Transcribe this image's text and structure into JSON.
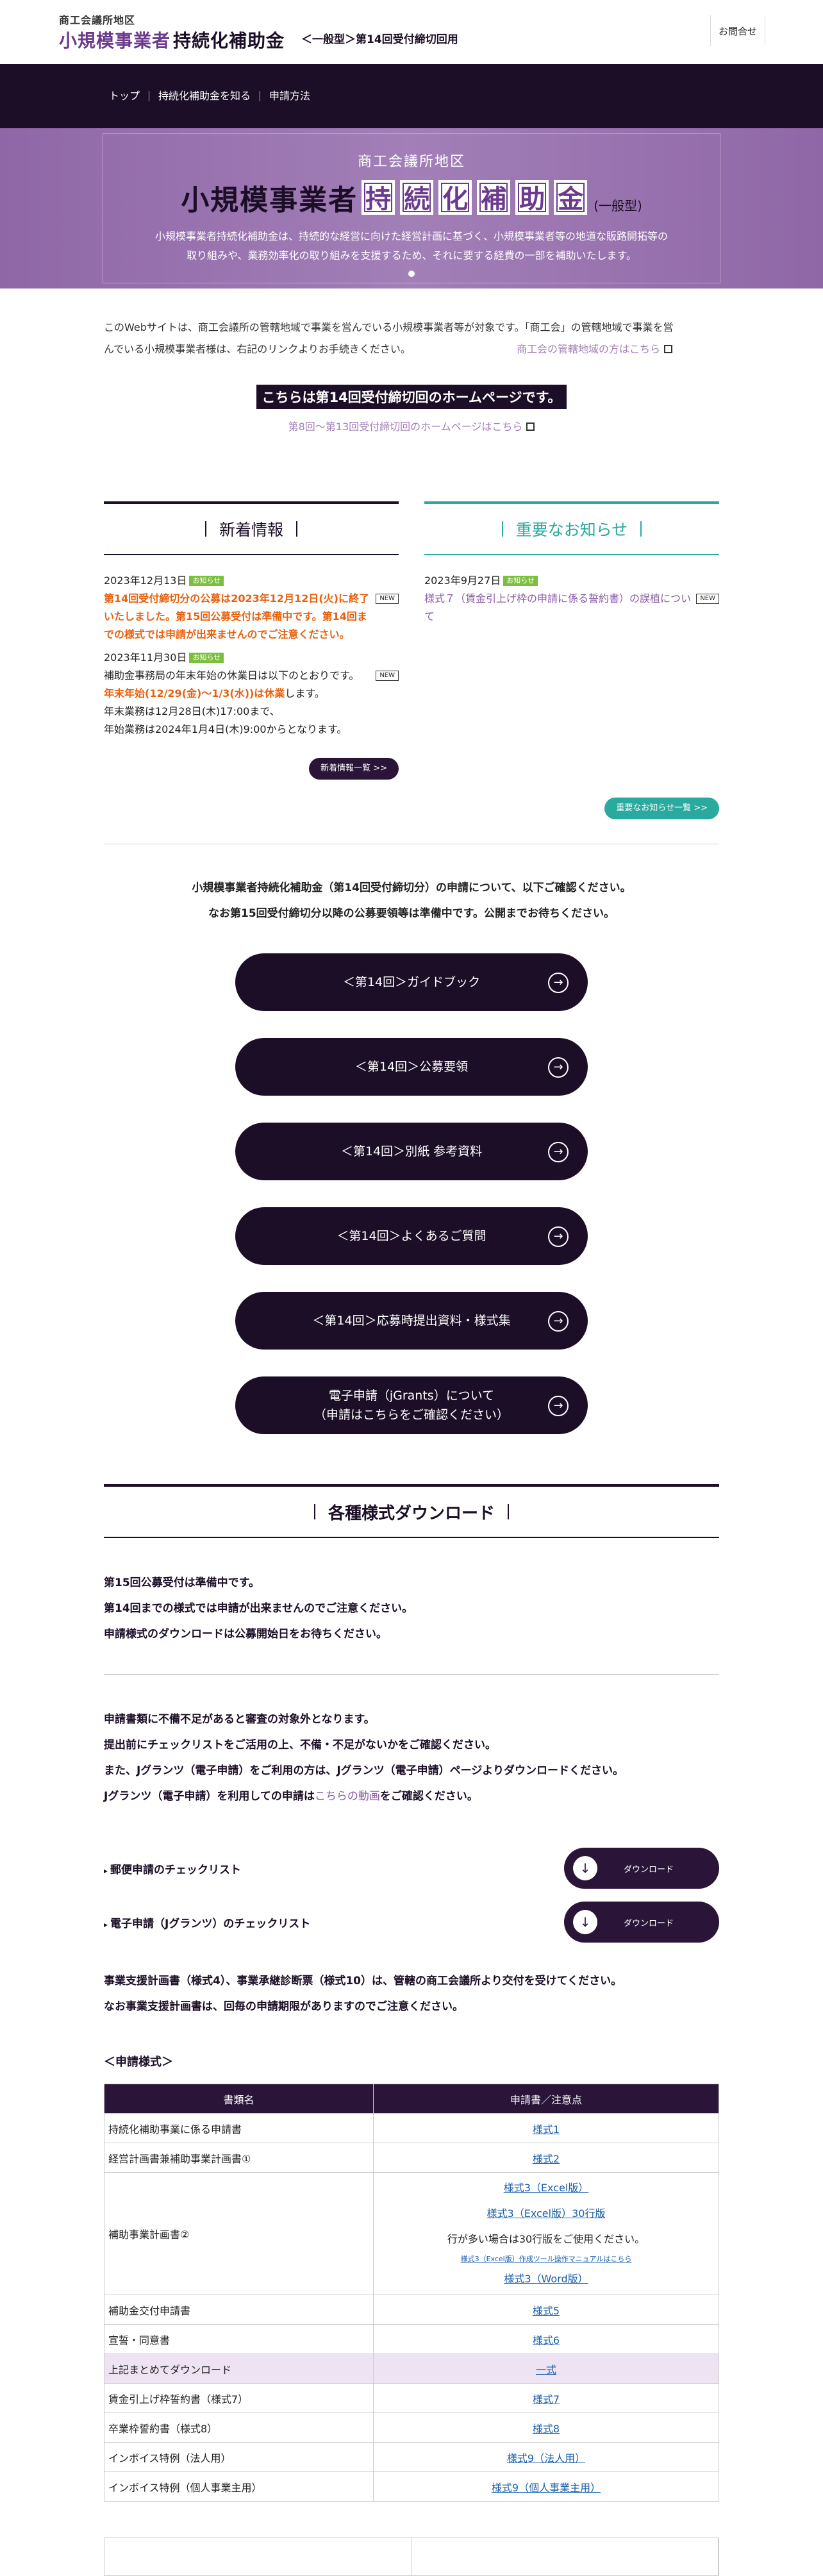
{
  "header": {
    "org": "商工会議所地区",
    "logo_purple": "小規模事業者",
    "logo_dark": "持続化補助金",
    "sub": "＜一般型＞第14回受付締切回用",
    "contact": "お問合せ"
  },
  "nav": [
    "トップ",
    "持続化補助金を知る",
    "申請方法"
  ],
  "hero": {
    "org": "商工会議所地区",
    "title_plain": "小規模事業者",
    "title_boxes": [
      "持",
      "続",
      "化",
      "補",
      "助",
      "金"
    ],
    "title_suffix": "(一般型)",
    "desc1": "小規模事業者持続化補助金は、持続的な経営に向けた経営計画に基づく、小規模事業者等の地道な販路開拓等の",
    "desc2": "取り組みや、業務効率化の取り組みを支援するため、それに要する経費の一部を補助いたします。"
  },
  "intro": {
    "line1": "このWebサイトは、商工会議所の管轄地域で事業を営んでいる小規模事業者等が対象です。「商工会」の管轄地域で事業を営",
    "line2": "んでいる小規模事業者様は、右記のリンクよりお手続きください。",
    "shokokai_link": "商工会の管轄地域の方はこちら",
    "banner": "こちらは第14回受付締切回のホームページです。",
    "past_link": "第8回〜第13回受付締切回のホームページはこちら"
  },
  "news": {
    "title": "新着情報",
    "tag": "お知らせ",
    "new": "NEW",
    "item1_date": "2023年12月13日",
    "item1_text": "第14回受付締切分の公募は2023年12月12日(火)に終了いたしました。第15回公募受付は準備中です。第14回までの様式では申請が出来ませんのでご注意ください。",
    "item2_date": "2023年11月30日",
    "item2_text1": "補助金事務局の年末年始の休業日は以下のとおりです。",
    "item2_text2": "年末年始(12/29(金)〜1/3(水))は休業",
    "item2_text3": "します。",
    "item2_text4": "年末業務は12月28日(木)17:00まで、",
    "item2_text5": "年始業務は2024年1月4日(木)9:00からとなります。",
    "more": "新着情報一覧 >>"
  },
  "important": {
    "title": "重要なお知らせ",
    "tag": "お知らせ",
    "new": "NEW",
    "item1_date": "2023年9月27日",
    "item1_text": "様式７（賃金引上げ枠の申請に係る誓約書）の誤植について",
    "more": "重要なお知らせ一覧 >>"
  },
  "guide": {
    "intro1": "小規模事業者持続化補助金（第14回受付締切分）の申請について、以下ご確認ください。",
    "intro2": "なお第15回受付締切分以降の公募要領等は準備中です。公開までお待ちください。",
    "buttons": [
      "＜第14回＞ガイドブック",
      "＜第14回＞公募要領",
      "＜第14回＞別紙 参考資料",
      "＜第14回＞よくあるご質問",
      "＜第14回＞応募時提出資料・様式集"
    ],
    "grants_line1": "電子申請（jGrants）について",
    "grants_line2": "（申請はこちらをご確認ください）"
  },
  "download": {
    "title": "各種様式ダウンロード",
    "note1": "第15回公募受付は準備中です。",
    "note2": "第14回までの様式では申請が出来ませんのでご注意ください。",
    "note3": "申請様式のダウンロードは公募開始日をお待ちください。",
    "note4": "申請書類に不備不足があると審査の対象外となります。",
    "note5": "提出前にチェックリストをご活用の上、不備・不足がないかをご確認ください。",
    "note6": "また、Jグランツ（電子申請）をご利用の方は、Jグランツ（電子申請）ページよりダウンロードください。",
    "note7a": "Jグランツ（電子申請）を利用しての申請は",
    "note7_link": "こちらの動画",
    "note7b": "をご確認ください。",
    "check1": "郵便申請のチェックリスト",
    "check2": "電子申請（Jグランツ）のチェックリスト",
    "dl_label": "ダウンロード",
    "note8": "事業支援計画書（様式4）、事業承継診断票（様式10）は、管轄の商工会議所より交付を受けてください。",
    "note9": "なお事業支援計画書は、回毎の申請期限がありますのでご注意ください。",
    "apply_title": "＜申請様式＞"
  },
  "table": {
    "col1": "書類名",
    "col2": "申請書／注意点",
    "rows": [
      {
        "name": "持続化補助事業に係る申請書",
        "val": "様式1"
      },
      {
        "name": "経営計画書兼補助事業計画書①",
        "val": "様式2"
      },
      {
        "name": "補助事業計画書②",
        "val": ""
      },
      {
        "name": "補助金交付申請書",
        "val": "様式5"
      },
      {
        "name": "宣誓・同意書",
        "val": "様式6"
      },
      {
        "name": "上記まとめてダウンロード",
        "val": "一式"
      },
      {
        "name": "賃金引上げ枠誓約書（様式7）",
        "val": "様式7"
      },
      {
        "name": "卒業枠誓約書（様式8）",
        "val": "様式8"
      },
      {
        "name": "インボイス特例（法人用）",
        "val": "様式9（法人用）"
      },
      {
        "name": "インボイス特例（個人事業主用）",
        "val": "様式9（個人事業主用）"
      }
    ],
    "multi1": "様式3（Excel版）",
    "multi2": "様式3（Excel版）30行版",
    "multi3": "行が多い場合は30行版をご使用ください。",
    "multi4": "様式3（Excel版）作成ツール操作マニュアルはこちら",
    "multi5": "様式3（Word版）"
  }
}
